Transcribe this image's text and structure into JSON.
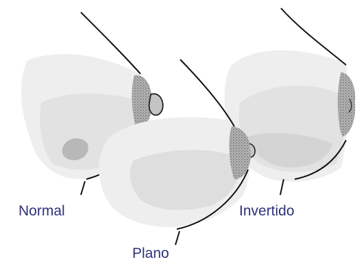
{
  "labels": {
    "normal": "Normal",
    "plano": "Plano",
    "invertido": "Invertido"
  },
  "colors": {
    "label_text": "#2e3178",
    "outline": "#111111",
    "fill_light": "#eeeeee",
    "fill_mid": "#e0e0e0",
    "fill_dark": "#c7c7c7",
    "areola": "#9e9e9e",
    "nipple": "#bdbdbd"
  },
  "icons": [
    "normal-nipple-drawing",
    "flat-nipple-drawing",
    "inverted-nipple-drawing"
  ]
}
